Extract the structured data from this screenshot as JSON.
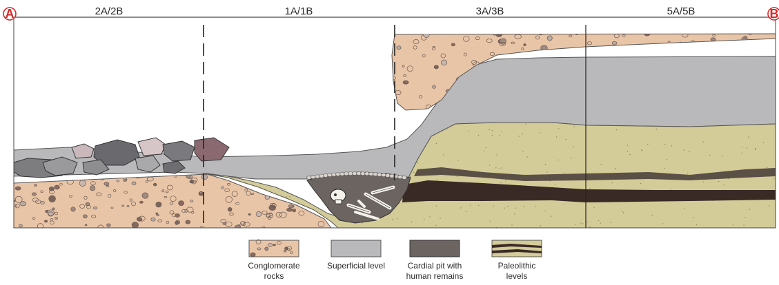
{
  "markers": {
    "start": "A",
    "end": "B"
  },
  "sections": [
    "2A/2B",
    "1A/1B",
    "3A/3B",
    "5A/5B"
  ],
  "colors": {
    "conglomerate": "#e9c5a7",
    "superficial": "#b9b9bb",
    "cardial_pit": "#6b6461",
    "paleolithic": "#d3cc98",
    "dark_band": "#3a2a26",
    "mid_band": "#5b5046",
    "marker": "#d62a2a",
    "outline": "#3a3a3a"
  },
  "legend": [
    {
      "id": "conglomerate",
      "line1": "Conglomerate",
      "line2": "rocks"
    },
    {
      "id": "superficial",
      "line1": "Superficial level",
      "line2": ""
    },
    {
      "id": "cardial_pit",
      "line1": "Cardial pit with",
      "line2": "human remains"
    },
    {
      "id": "paleolithic",
      "line1": "Paleolithic",
      "line2": "levels"
    }
  ]
}
